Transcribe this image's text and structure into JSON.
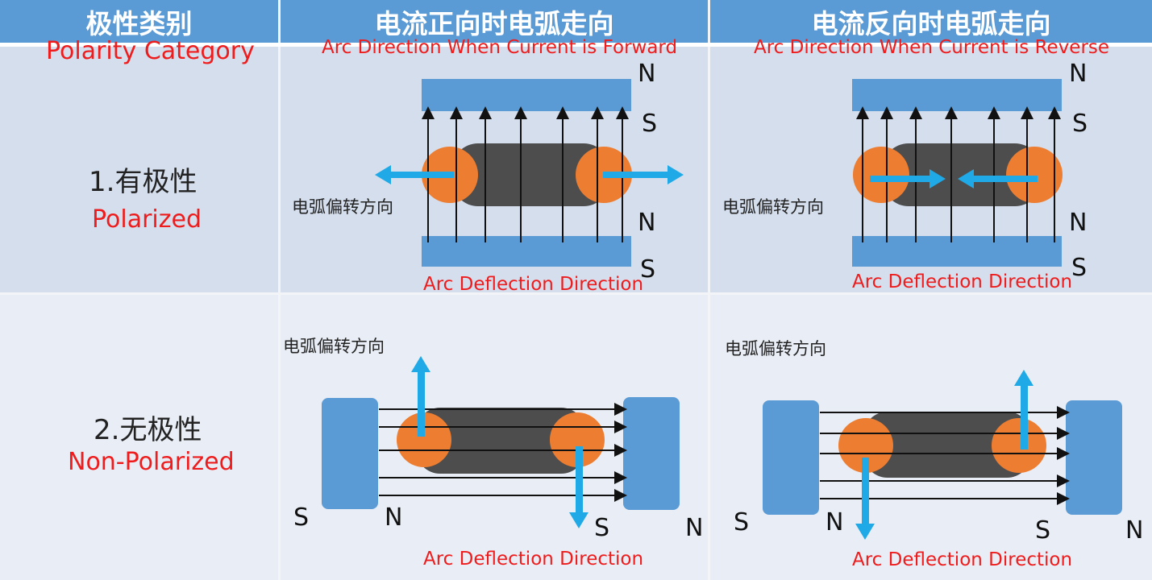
{
  "headers": {
    "col1": "极性类别",
    "col2": "电流正向时电弧走向",
    "col3": "电流反向时电弧走向"
  },
  "header_translations": {
    "col1": "Polarity Category",
    "col2": "Arc Direction When Current is Forward",
    "col3": "Arc Direction When Current is Reverse"
  },
  "rows": [
    {
      "label": "1.有极性",
      "translation": "Polarized"
    },
    {
      "label": "2.无极性",
      "translation": "Non-Polarized"
    }
  ],
  "diagram_labels": {
    "arc_deflection_cn": "电弧偏转方向",
    "arc_deflection_en": "Arc Deflection Direction",
    "north": "N",
    "south": "S"
  },
  "colors": {
    "header": "#5b9bd5",
    "magnet": "#5b9bd5",
    "arc_body": "#4d4d4d",
    "arc_spot": "#ed7d31",
    "arrow": "#1fa9e6",
    "translation": "#ee1c1c",
    "row1_bg": "#d4deed",
    "row2_bg": "#e9eef6"
  }
}
